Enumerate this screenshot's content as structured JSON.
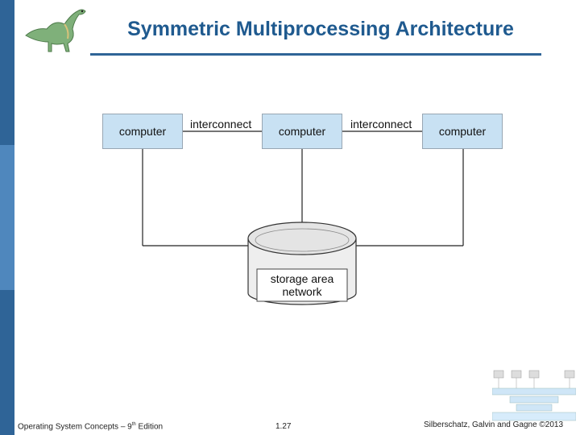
{
  "slide": {
    "title": "Symmetric Multiprocessing Architecture"
  },
  "diagram": {
    "nodes": [
      "computer",
      "computer",
      "computer"
    ],
    "interconnect_labels": [
      "interconnect",
      "interconnect"
    ],
    "storage_label_line1": "storage area",
    "storage_label_line2": "network"
  },
  "footer": {
    "left_prefix": "Operating System Concepts – 9",
    "left_sup": "th",
    "left_suffix": " Edition",
    "center": "1.27",
    "right": "Silberschatz, Galvin and Gagne ©2013"
  },
  "colors": {
    "sidebar": "#2f6497",
    "title": "#1f5a8f",
    "node_fill": "#c8e1f3"
  }
}
